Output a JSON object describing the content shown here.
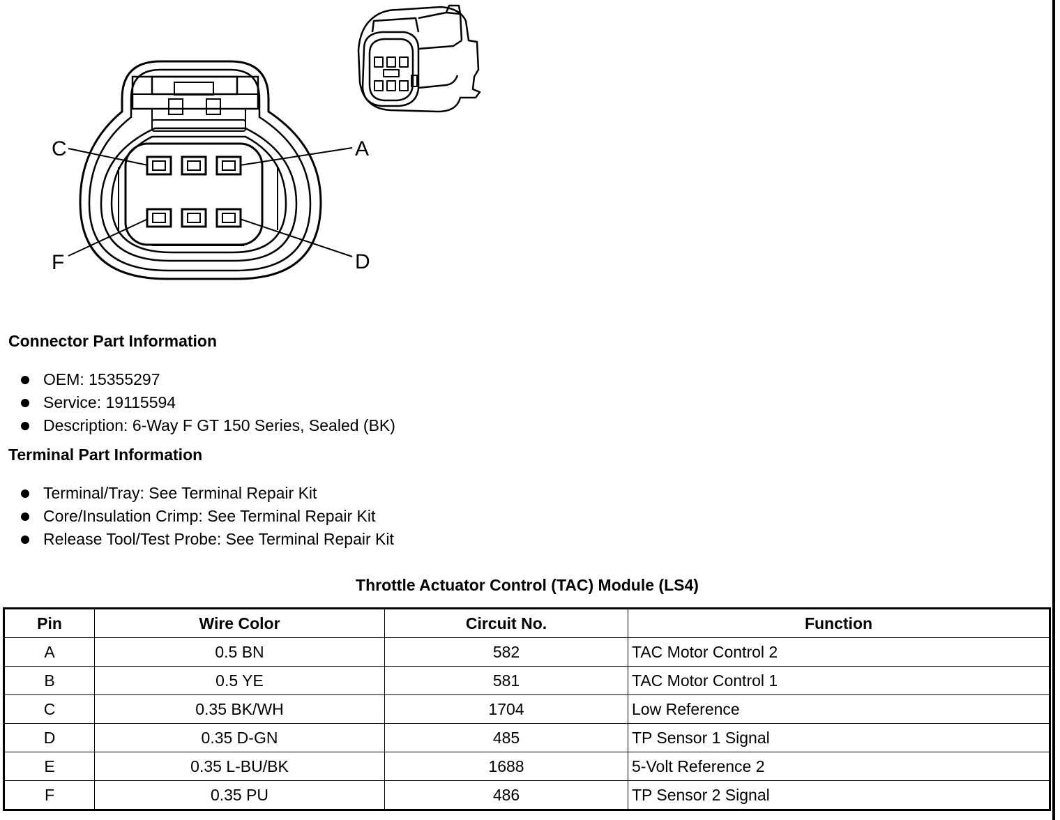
{
  "diagram": {
    "pin_labels": {
      "a": "A",
      "c": "C",
      "d": "D",
      "f": "F"
    }
  },
  "connector_info": {
    "heading": "Connector Part Information",
    "items": [
      "OEM: 15355297",
      "Service: 19115594",
      "Description: 6-Way F GT 150 Series, Sealed (BK)"
    ]
  },
  "terminal_info": {
    "heading": "Terminal Part Information",
    "items": [
      "Terminal/Tray: See Terminal Repair Kit",
      "Core/Insulation Crimp: See Terminal Repair Kit",
      "Release Tool/Test Probe: See Terminal Repair Kit"
    ]
  },
  "pin_table": {
    "title": "Throttle Actuator Control (TAC) Module (LS4)",
    "headers": {
      "pin": "Pin",
      "wire_color": "Wire Color",
      "circuit": "Circuit No.",
      "function": "Function"
    },
    "rows": [
      {
        "pin": "A",
        "wire_color": "0.5 BN",
        "circuit": "582",
        "function": "TAC Motor Control 2"
      },
      {
        "pin": "B",
        "wire_color": "0.5 YE",
        "circuit": "581",
        "function": "TAC Motor Control 1"
      },
      {
        "pin": "C",
        "wire_color": "0.35 BK/WH",
        "circuit": "1704",
        "function": "Low Reference"
      },
      {
        "pin": "D",
        "wire_color": "0.35 D-GN",
        "circuit": "485",
        "function": "TP Sensor 1 Signal"
      },
      {
        "pin": "E",
        "wire_color": "0.35 L-BU/BK",
        "circuit": "1688",
        "function": "5-Volt Reference 2"
      },
      {
        "pin": "F",
        "wire_color": "0.35 PU",
        "circuit": "486",
        "function": "TP Sensor 2 Signal"
      }
    ]
  }
}
